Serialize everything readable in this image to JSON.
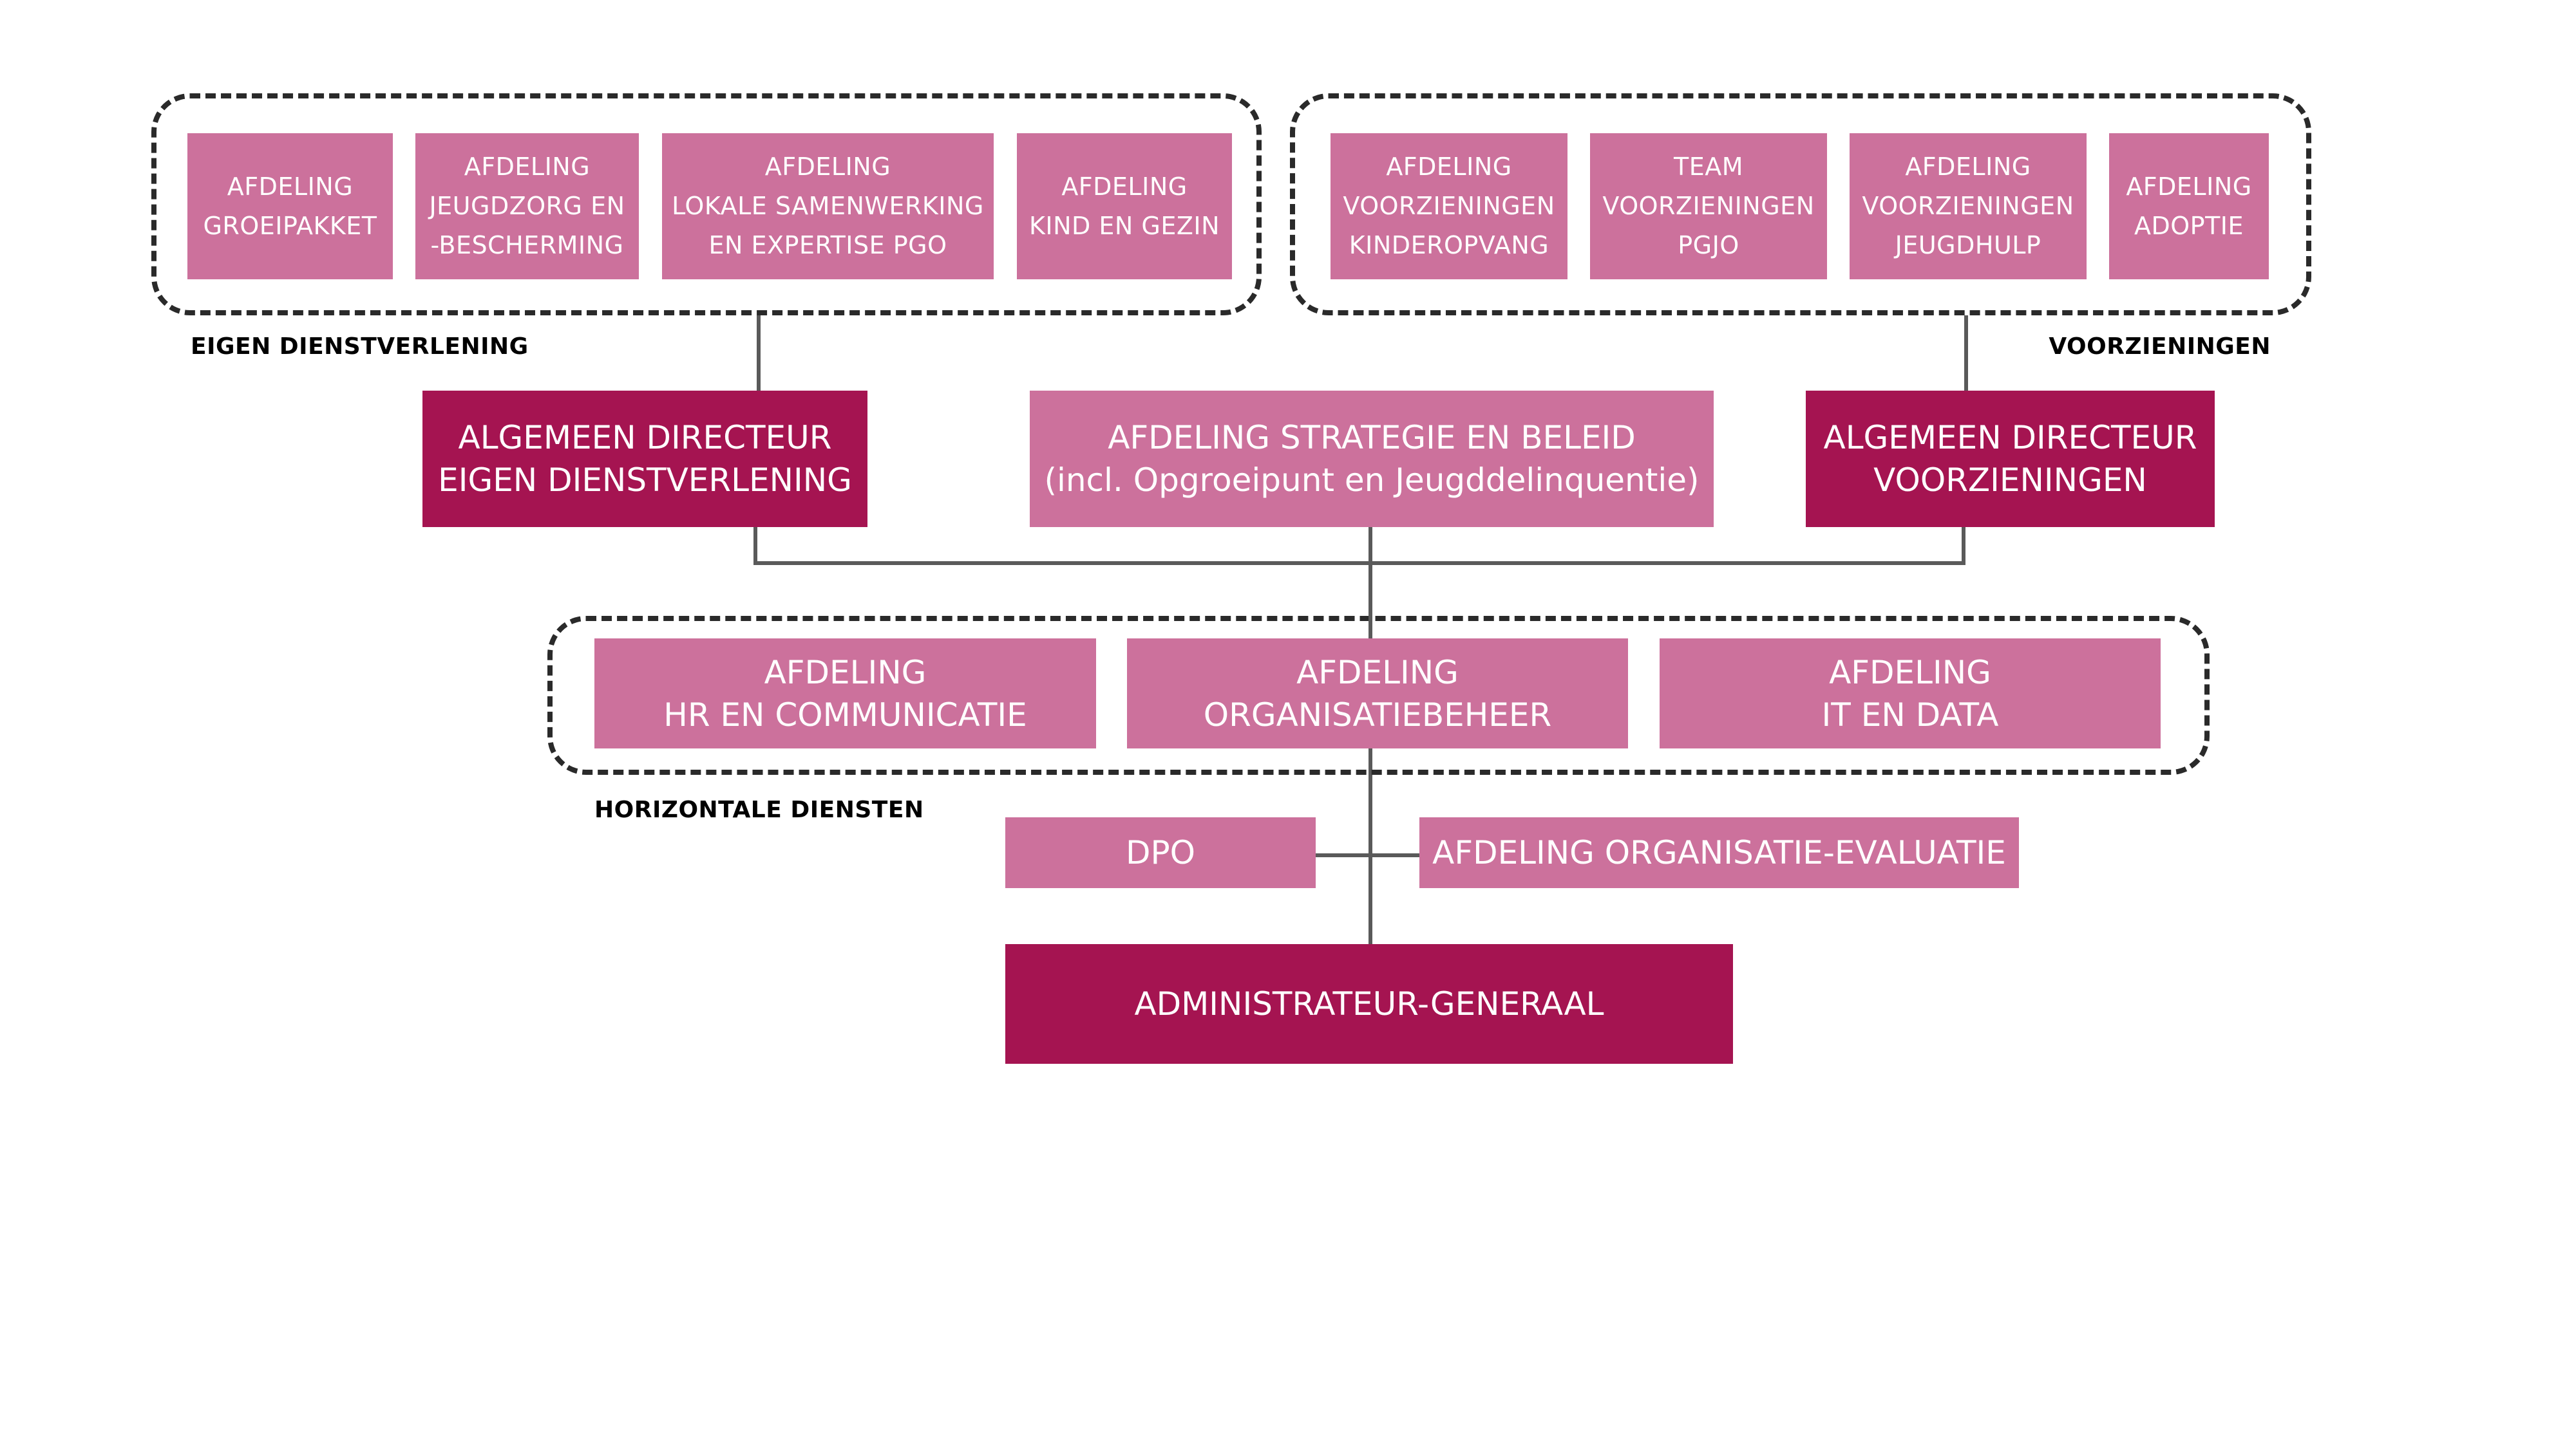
{
  "colors": {
    "light_box": "#cc719c",
    "dark_box": "#a51451",
    "connector": "#5a5a5a",
    "dashed_border": "#2a2a2a"
  },
  "groups": {
    "eigen_dienstverlening": {
      "label": "EIGEN DIENSTVERLENING",
      "items": [
        "AFDELING\nGROEIPAKKET",
        "AFDELING\nJEUGDZORG EN\n-BESCHERMING",
        "AFDELING\nLOKALE SAMENWERKING\nEN EXPERTISE PGO",
        "AFDELING\nKIND EN GEZIN"
      ]
    },
    "voorzieningen": {
      "label": "VOORZIENINGEN",
      "items": [
        "AFDELING\nVOORZIENINGEN\nKINDEROPVANG",
        "TEAM\nVOORZIENINGEN\nPGJO",
        "AFDELING\nVOORZIENINGEN\nJEUGDHULP",
        "AFDELING\nADOPTIE"
      ]
    },
    "horizontale_diensten": {
      "label": "HORIZONTALE DIENSTEN",
      "items": [
        "AFDELING\nHR EN COMMUNICATIE",
        "AFDELING\nORGANISATIEBEHEER",
        "AFDELING\nIT EN DATA"
      ]
    }
  },
  "directors": {
    "eigen_dienstverlening": "ALGEMEEN DIRECTEUR\nEIGEN DIENSTVERLENING",
    "strategie": "AFDELING STRATEGIE EN BELEID\n(incl. Opgroeipunt en Jeugddelinquentie)",
    "voorzieningen": "ALGEMEEN DIRECTEUR\nVOORZIENINGEN"
  },
  "staff": {
    "dpo": "DPO",
    "evaluatie": "AFDELING ORGANISATIE-EVALUATIE"
  },
  "top": {
    "administrateur": "ADMINISTRATEUR-GENERAAL"
  }
}
